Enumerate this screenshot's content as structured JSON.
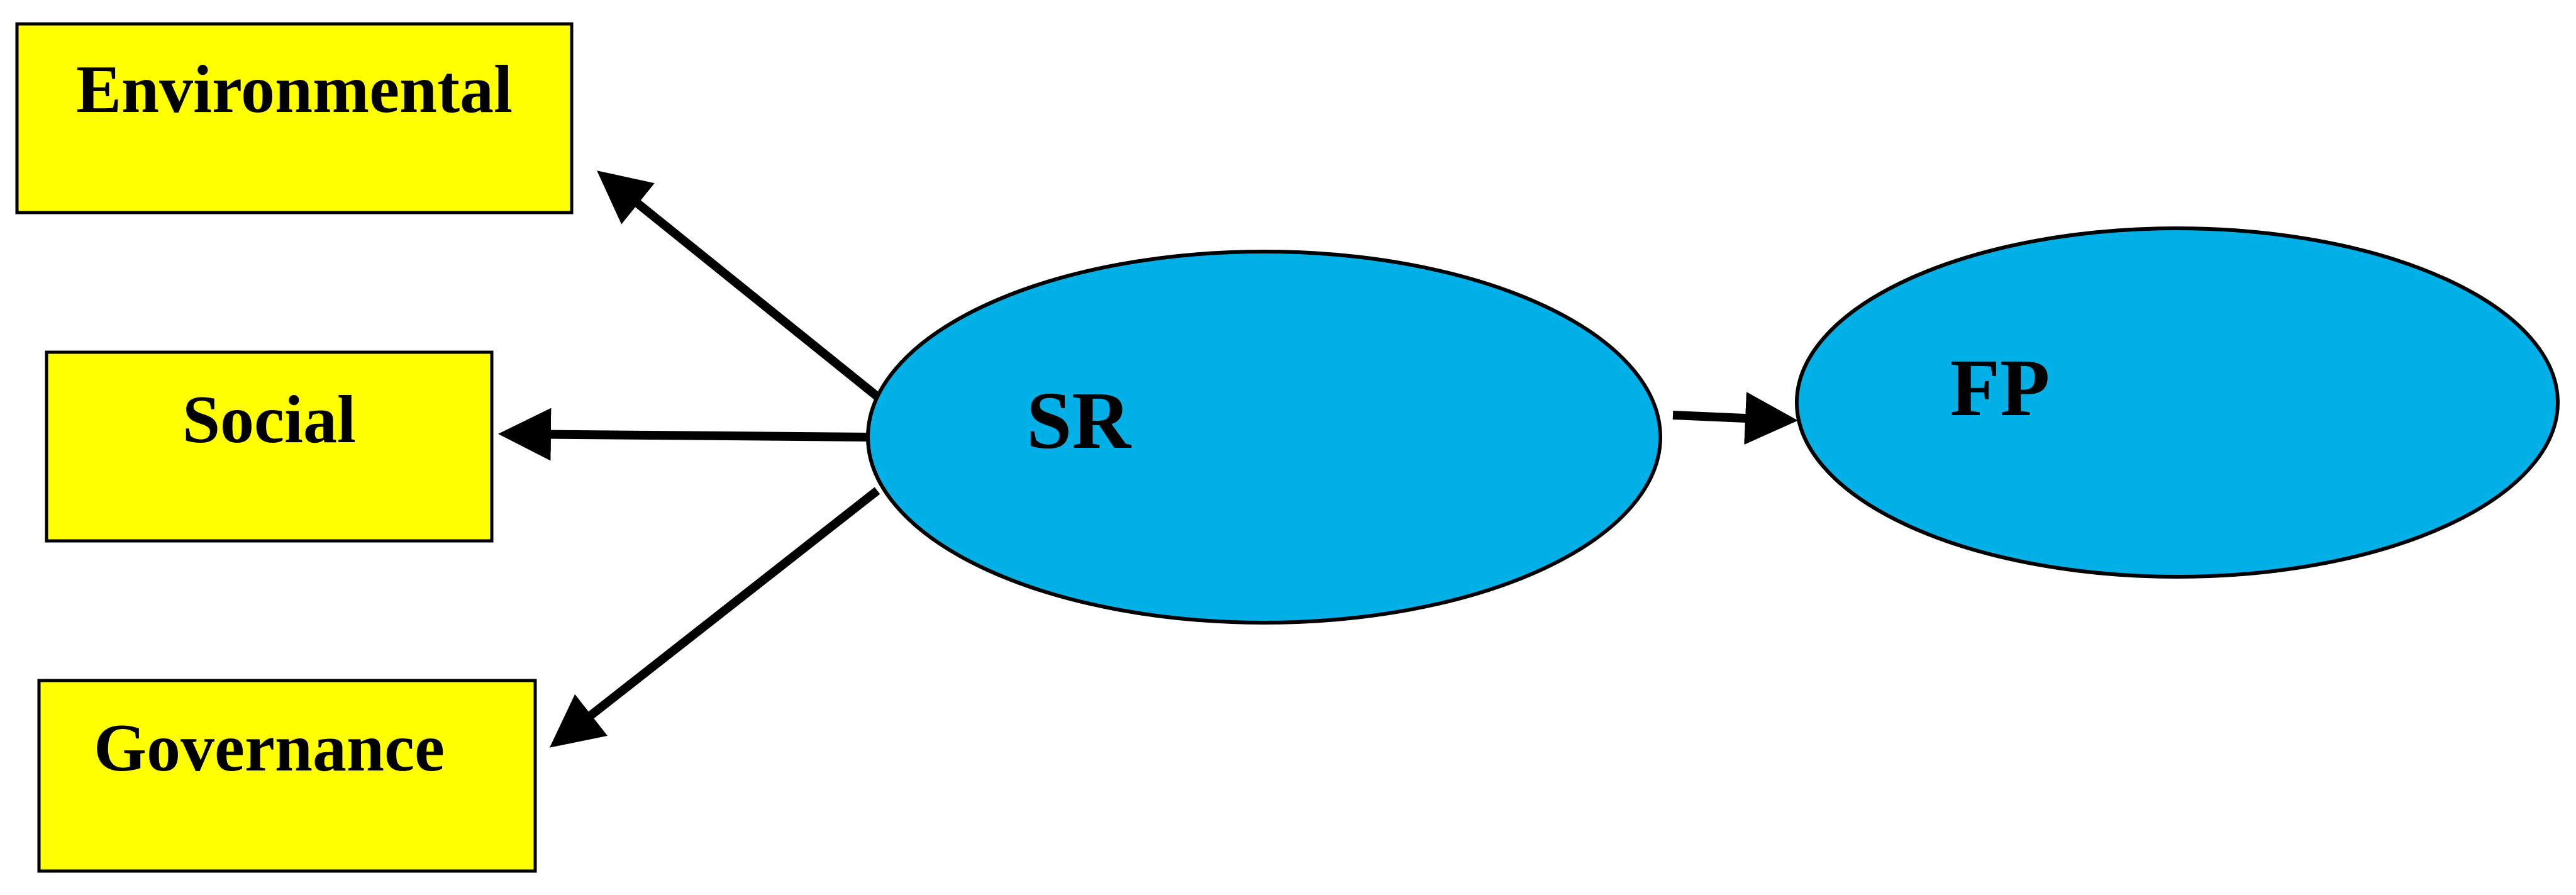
{
  "diagram": {
    "nodes": {
      "environmental": {
        "label": "Environmental",
        "shape": "rectangle",
        "fill": "#FFFF00"
      },
      "social": {
        "label": "Social",
        "shape": "rectangle",
        "fill": "#FFFF00"
      },
      "governance": {
        "label": "Governance",
        "shape": "rectangle",
        "fill": "#FFFF00"
      },
      "sr": {
        "label": "SR",
        "shape": "ellipse",
        "fill": "#00B0E6"
      },
      "fp": {
        "label": "FP",
        "shape": "ellipse",
        "fill": "#00B0E6"
      }
    },
    "edges": [
      {
        "from": "SR",
        "to": "Environmental"
      },
      {
        "from": "SR",
        "to": "Social"
      },
      {
        "from": "SR",
        "to": "Governance"
      },
      {
        "from": "SR",
        "to": "FP"
      }
    ],
    "colors": {
      "box_fill": "#FFFF00",
      "ellipse_fill": "#00B0E6",
      "stroke": "#000000"
    }
  }
}
